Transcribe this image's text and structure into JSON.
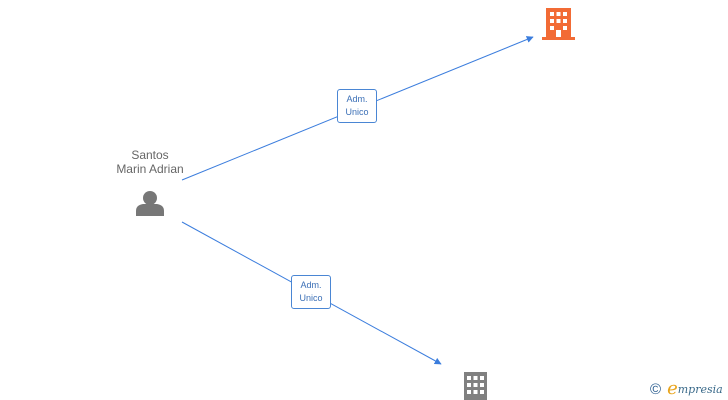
{
  "person": {
    "name_line1": "Santos",
    "name_line2": "Marin Adrian"
  },
  "relations": [
    {
      "role_line1": "Adm.",
      "role_line2": "Unico"
    },
    {
      "role_line1": "Adm.",
      "role_line2": "Unico"
    }
  ],
  "colors": {
    "edge": "#3b7ddd",
    "company_primary": "#f26b35",
    "company_secondary": "#808080",
    "person_icon": "#777777"
  },
  "footer": {
    "copyright_symbol": "©",
    "brand_initial": "e",
    "brand_rest": "mpresia"
  }
}
